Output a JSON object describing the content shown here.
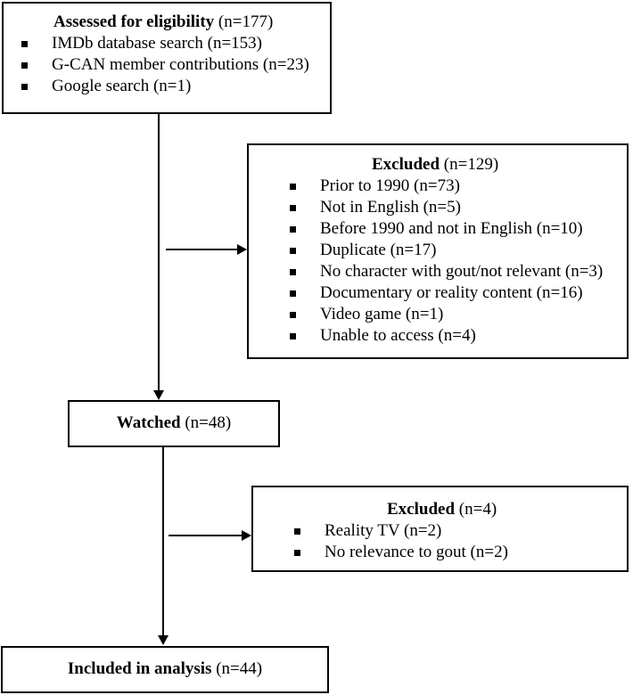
{
  "eligibility": {
    "title_bold": "Assessed for eligibility",
    "title_rest": " (n=177)",
    "items": [
      "IMDb database search (n=153)",
      "G-CAN member contributions (n=23)",
      "Google search (n=1)"
    ]
  },
  "excluded_1": {
    "title_bold": "Excluded",
    "title_rest": " (n=129)",
    "items": [
      "Prior to 1990 (n=73)",
      "Not in English (n=5)",
      "Before 1990 and not in English (n=10)",
      "Duplicate (n=17)",
      "No character with gout/not relevant (n=3)",
      "Documentary or reality content (n=16)",
      "Video game (n=1)",
      "Unable to access (n=4)"
    ]
  },
  "watched": {
    "title_bold": "Watched",
    "title_rest": " (n=48)"
  },
  "excluded_2": {
    "title_bold": "Excluded",
    "title_rest": " (n=4)",
    "items": [
      "Reality TV (n=2)",
      "No relevance to gout (n=2)"
    ]
  },
  "included": {
    "title_bold": "Included in analysis",
    "title_rest": " (n=44)"
  }
}
